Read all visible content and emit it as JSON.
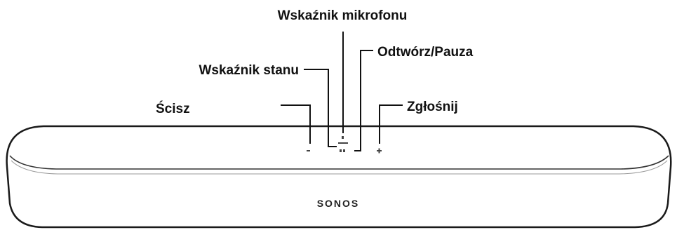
{
  "labels": {
    "microphone_indicator": "Wskaźnik mikrofonu",
    "status_indicator": "Wskaźnik stanu",
    "play_pause": "Odtwórz/Pauza",
    "volume_down": "Ścisz",
    "volume_up": "Zgłośnij"
  },
  "device": {
    "brand": "SONOS"
  }
}
